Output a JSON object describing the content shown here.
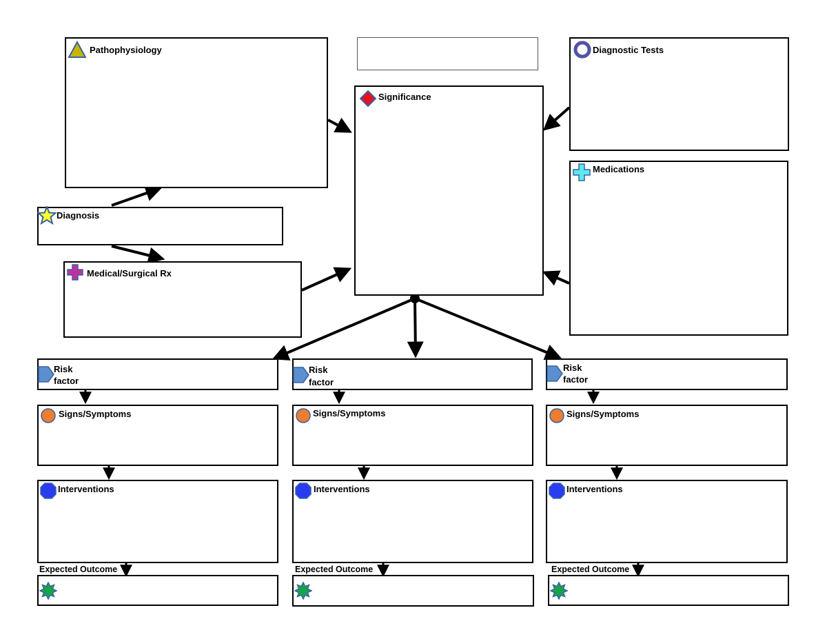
{
  "title_box": "",
  "nodes": {
    "pathophysiology": {
      "label": "Pathophysiology",
      "icon": "triangle-icon"
    },
    "diagnosis": {
      "label": "Diagnosis",
      "icon": "star-icon"
    },
    "medical_surgical_rx": {
      "label": "Medical/Surgical Rx",
      "icon": "cross-icon"
    },
    "significance": {
      "label": "Significance",
      "icon": "diamond-icon"
    },
    "diagnostic_tests": {
      "label": "Diagnostic Tests",
      "icon": "ring-icon"
    },
    "medications": {
      "label": "Medications",
      "icon": "cross-icon"
    }
  },
  "columns": [
    {
      "risk_factor": [
        "Risk",
        "factor"
      ],
      "signs_symptoms": "Signs/Symptoms",
      "interventions": "Interventions",
      "expected_outcome": "Expected Outcome"
    },
    {
      "risk_factor": [
        "Risk",
        "factor"
      ],
      "signs_symptoms": "Signs/Symptoms",
      "interventions": "Interventions",
      "expected_outcome": "Expected Outcome"
    },
    {
      "risk_factor": [
        "Risk",
        "factor"
      ],
      "signs_symptoms": "Signs/Symptoms",
      "interventions": "Interventions",
      "expected_outcome": "Expected Outcome"
    }
  ],
  "colors": {
    "triangle": "#c8b400",
    "star": "#ffff33",
    "magenta_cross": "#c0329e",
    "diamond": "#e8111d",
    "ring": "#5a4fa5",
    "cyan_cross": "#5ee8f0",
    "pentagon": "#5b8fd0",
    "orange_circle": "#ed7d31",
    "blue_octagon": "#2a3cf0",
    "green_star": "#17a34a",
    "icon_outline": "#3a63a0"
  }
}
